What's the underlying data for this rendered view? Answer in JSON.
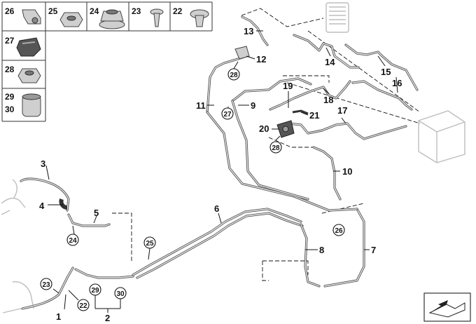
{
  "legend_grid": {
    "cells": [
      "26",
      "25",
      "24",
      "23",
      "22",
      "27",
      "28",
      "29",
      "30"
    ]
  },
  "callouts": [
    {
      "id": "1",
      "circled": false
    },
    {
      "id": "2",
      "circled": false
    },
    {
      "id": "3",
      "circled": false
    },
    {
      "id": "4",
      "circled": false
    },
    {
      "id": "5",
      "circled": false
    },
    {
      "id": "6",
      "circled": false
    },
    {
      "id": "7",
      "circled": false
    },
    {
      "id": "8",
      "circled": false
    },
    {
      "id": "9",
      "circled": false
    },
    {
      "id": "10",
      "circled": false
    },
    {
      "id": "11",
      "circled": false
    },
    {
      "id": "12",
      "circled": false
    },
    {
      "id": "13",
      "circled": false
    },
    {
      "id": "14",
      "circled": false
    },
    {
      "id": "15",
      "circled": false
    },
    {
      "id": "16",
      "circled": false
    },
    {
      "id": "17",
      "circled": false
    },
    {
      "id": "18",
      "circled": false
    },
    {
      "id": "19",
      "circled": false
    },
    {
      "id": "20",
      "circled": false
    },
    {
      "id": "21",
      "circled": false
    }
  ],
  "circled_callouts": [
    "28",
    "27",
    "28",
    "24",
    "25",
    "26",
    "23",
    "22",
    "29",
    "30"
  ],
  "icons": {
    "corner_badge": "diagram-reference-arrow-icon"
  }
}
